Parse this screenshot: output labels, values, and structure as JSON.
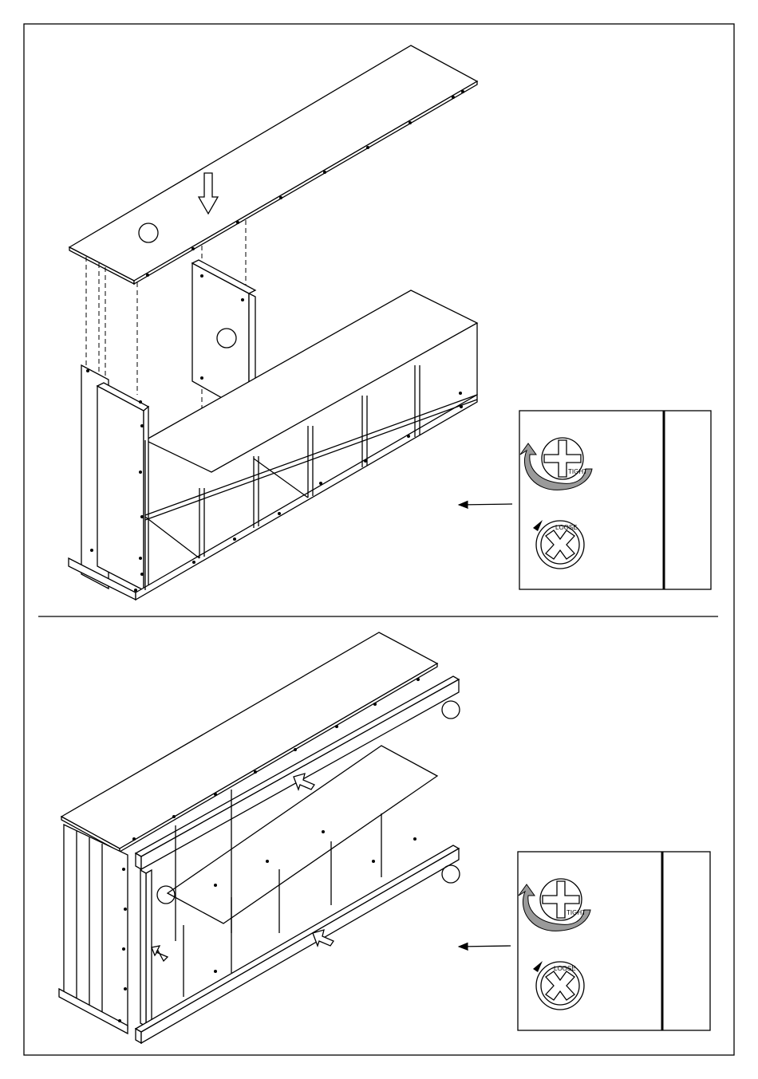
{
  "page": {
    "sections": [
      {
        "id": "step-a",
        "panel_labels": [
          "",
          ""
        ],
        "screw_labels": [
          "TIGHT",
          "LOOSE"
        ],
        "tool_box": {
          "label": ""
        }
      },
      {
        "id": "step-b",
        "panel_labels": [
          "",
          "",
          ""
        ],
        "screw_labels": [
          "TIGHT",
          "LOOSE"
        ],
        "tool_box": {
          "label": ""
        }
      }
    ]
  },
  "colors": {
    "line": "#000000",
    "arrow_fill": "#9a9a9a",
    "background": "#ffffff"
  },
  "icons": [
    "down-arrow-icon",
    "screwdriver-tighten-icon",
    "screwdriver-loosen-icon",
    "pointer-arrow-icon",
    "insert-arrow-icon"
  ]
}
